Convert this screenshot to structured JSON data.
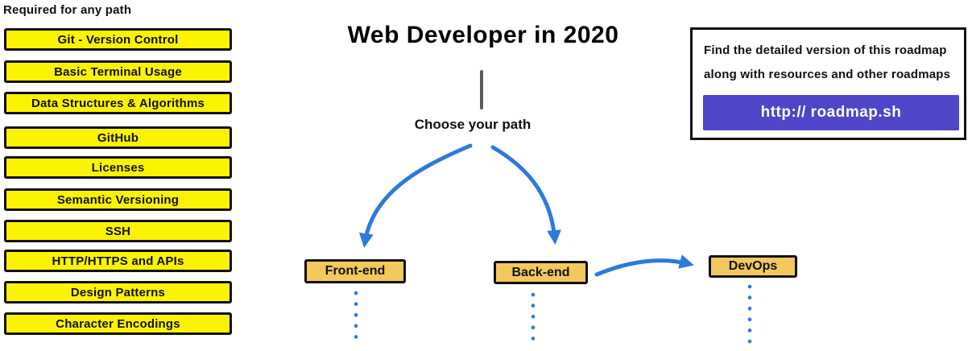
{
  "page": {
    "title": "Web Developer in 2020"
  },
  "left_panel": {
    "heading": "Required for any path",
    "items": [
      "Git - Version Control",
      "Basic Terminal Usage",
      "Data Structures & Algorithms",
      "GitHub",
      "Licenses",
      "Semantic Versioning",
      "SSH",
      "HTTP/HTTPS and APIs",
      "Design Patterns",
      "Character Encodings"
    ]
  },
  "center": {
    "choose_label": "Choose your path",
    "paths": [
      {
        "label": "Front-end"
      },
      {
        "label": "Back-end"
      },
      {
        "label": "DevOps"
      }
    ]
  },
  "info_box": {
    "line1": "Find the detailed version of this roadmap",
    "line2": "along with resources and other roadmaps",
    "button_label": "http:// roadmap.sh"
  },
  "colors": {
    "yellow": "#FCF303",
    "amber": "#F5C85E",
    "blue": "#2E79DC",
    "purple": "#4E45C8",
    "ink": "#101010"
  }
}
